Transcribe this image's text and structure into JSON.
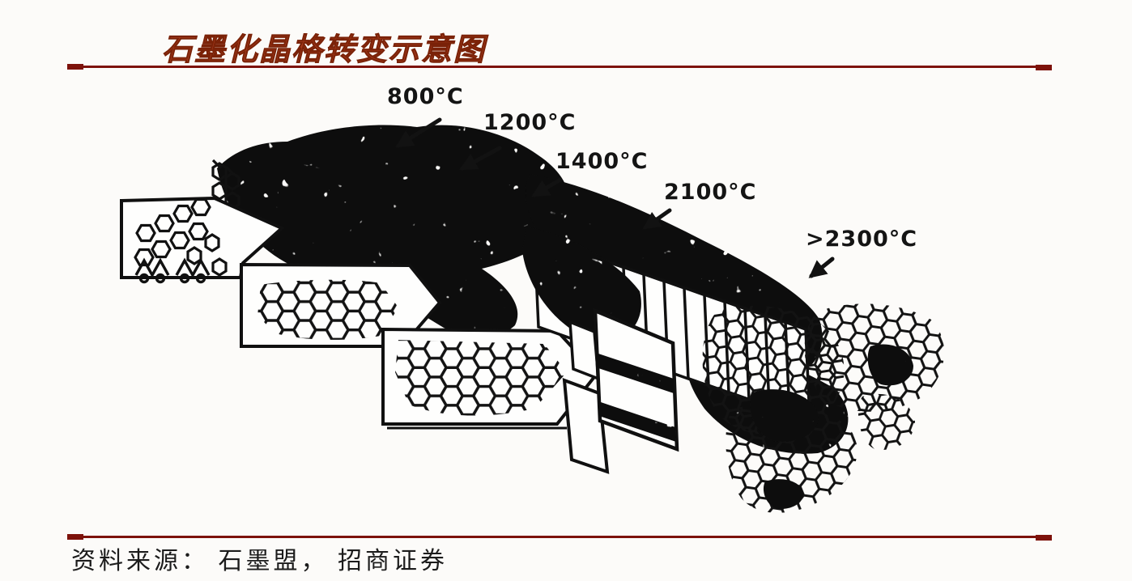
{
  "page": {
    "background_color": "#FCFBF9"
  },
  "header": {
    "title": "石墨化晶格转变示意图",
    "title_color": "#A63A1C",
    "rule_color": "#7D120B"
  },
  "figure": {
    "ink_color": "#111111",
    "temperatures": [
      {
        "id": "800c",
        "label": "800°C"
      },
      {
        "id": "1200c",
        "label": "1200°C"
      },
      {
        "id": "1400c",
        "label": "1400°C"
      },
      {
        "id": "2100c",
        "label": "2100°C"
      },
      {
        "id": "gt2300c",
        "label": ">2300°C"
      }
    ]
  },
  "footer": {
    "source": "资料来源： 石墨盟， 招商证券"
  }
}
